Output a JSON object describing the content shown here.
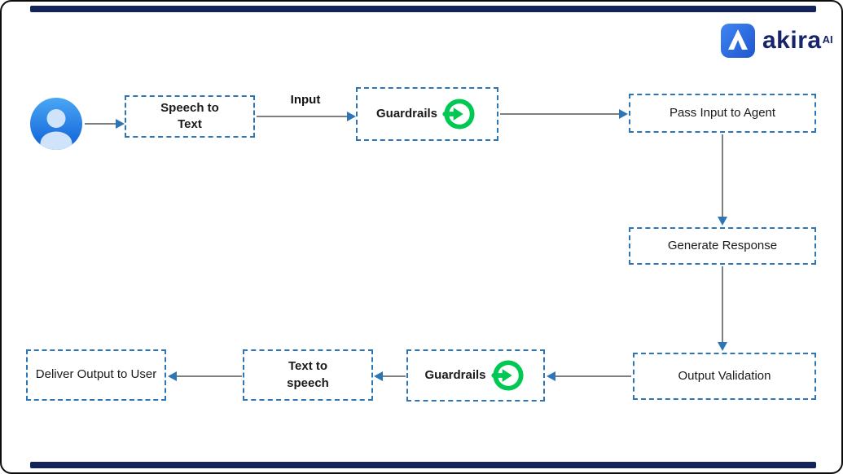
{
  "page": {
    "background": "#ffffff",
    "accent_navy": "#15235c",
    "accent_blue": "#2e75b6",
    "accent_green": "#00c853",
    "arrow_gray": "#7f7f7f"
  },
  "logo": {
    "brand": "akira",
    "superscript": "AI",
    "icon": "akira-a-icon",
    "icon_color": "#2f6fe4",
    "text_color": "#16246a"
  },
  "icons": {
    "avatar": "user-avatar-icon",
    "guardrails": "guardrails-g-icon"
  },
  "edges": {
    "input_label": "Input"
  },
  "nodes": {
    "speech_to_text": {
      "line1": "Speech to",
      "line2": "Text"
    },
    "guardrails_input": {
      "label": "Guardrails"
    },
    "pass_input": {
      "label": "Pass Input to Agent"
    },
    "generate_response": {
      "label": "Generate Response"
    },
    "output_validation": {
      "label": "Output Validation"
    },
    "guardrails_output": {
      "label": "Guardrails"
    },
    "text_to_speech": {
      "line1": "Text to",
      "line2": "speech"
    },
    "deliver_output": {
      "label": "Deliver Output to User"
    }
  }
}
